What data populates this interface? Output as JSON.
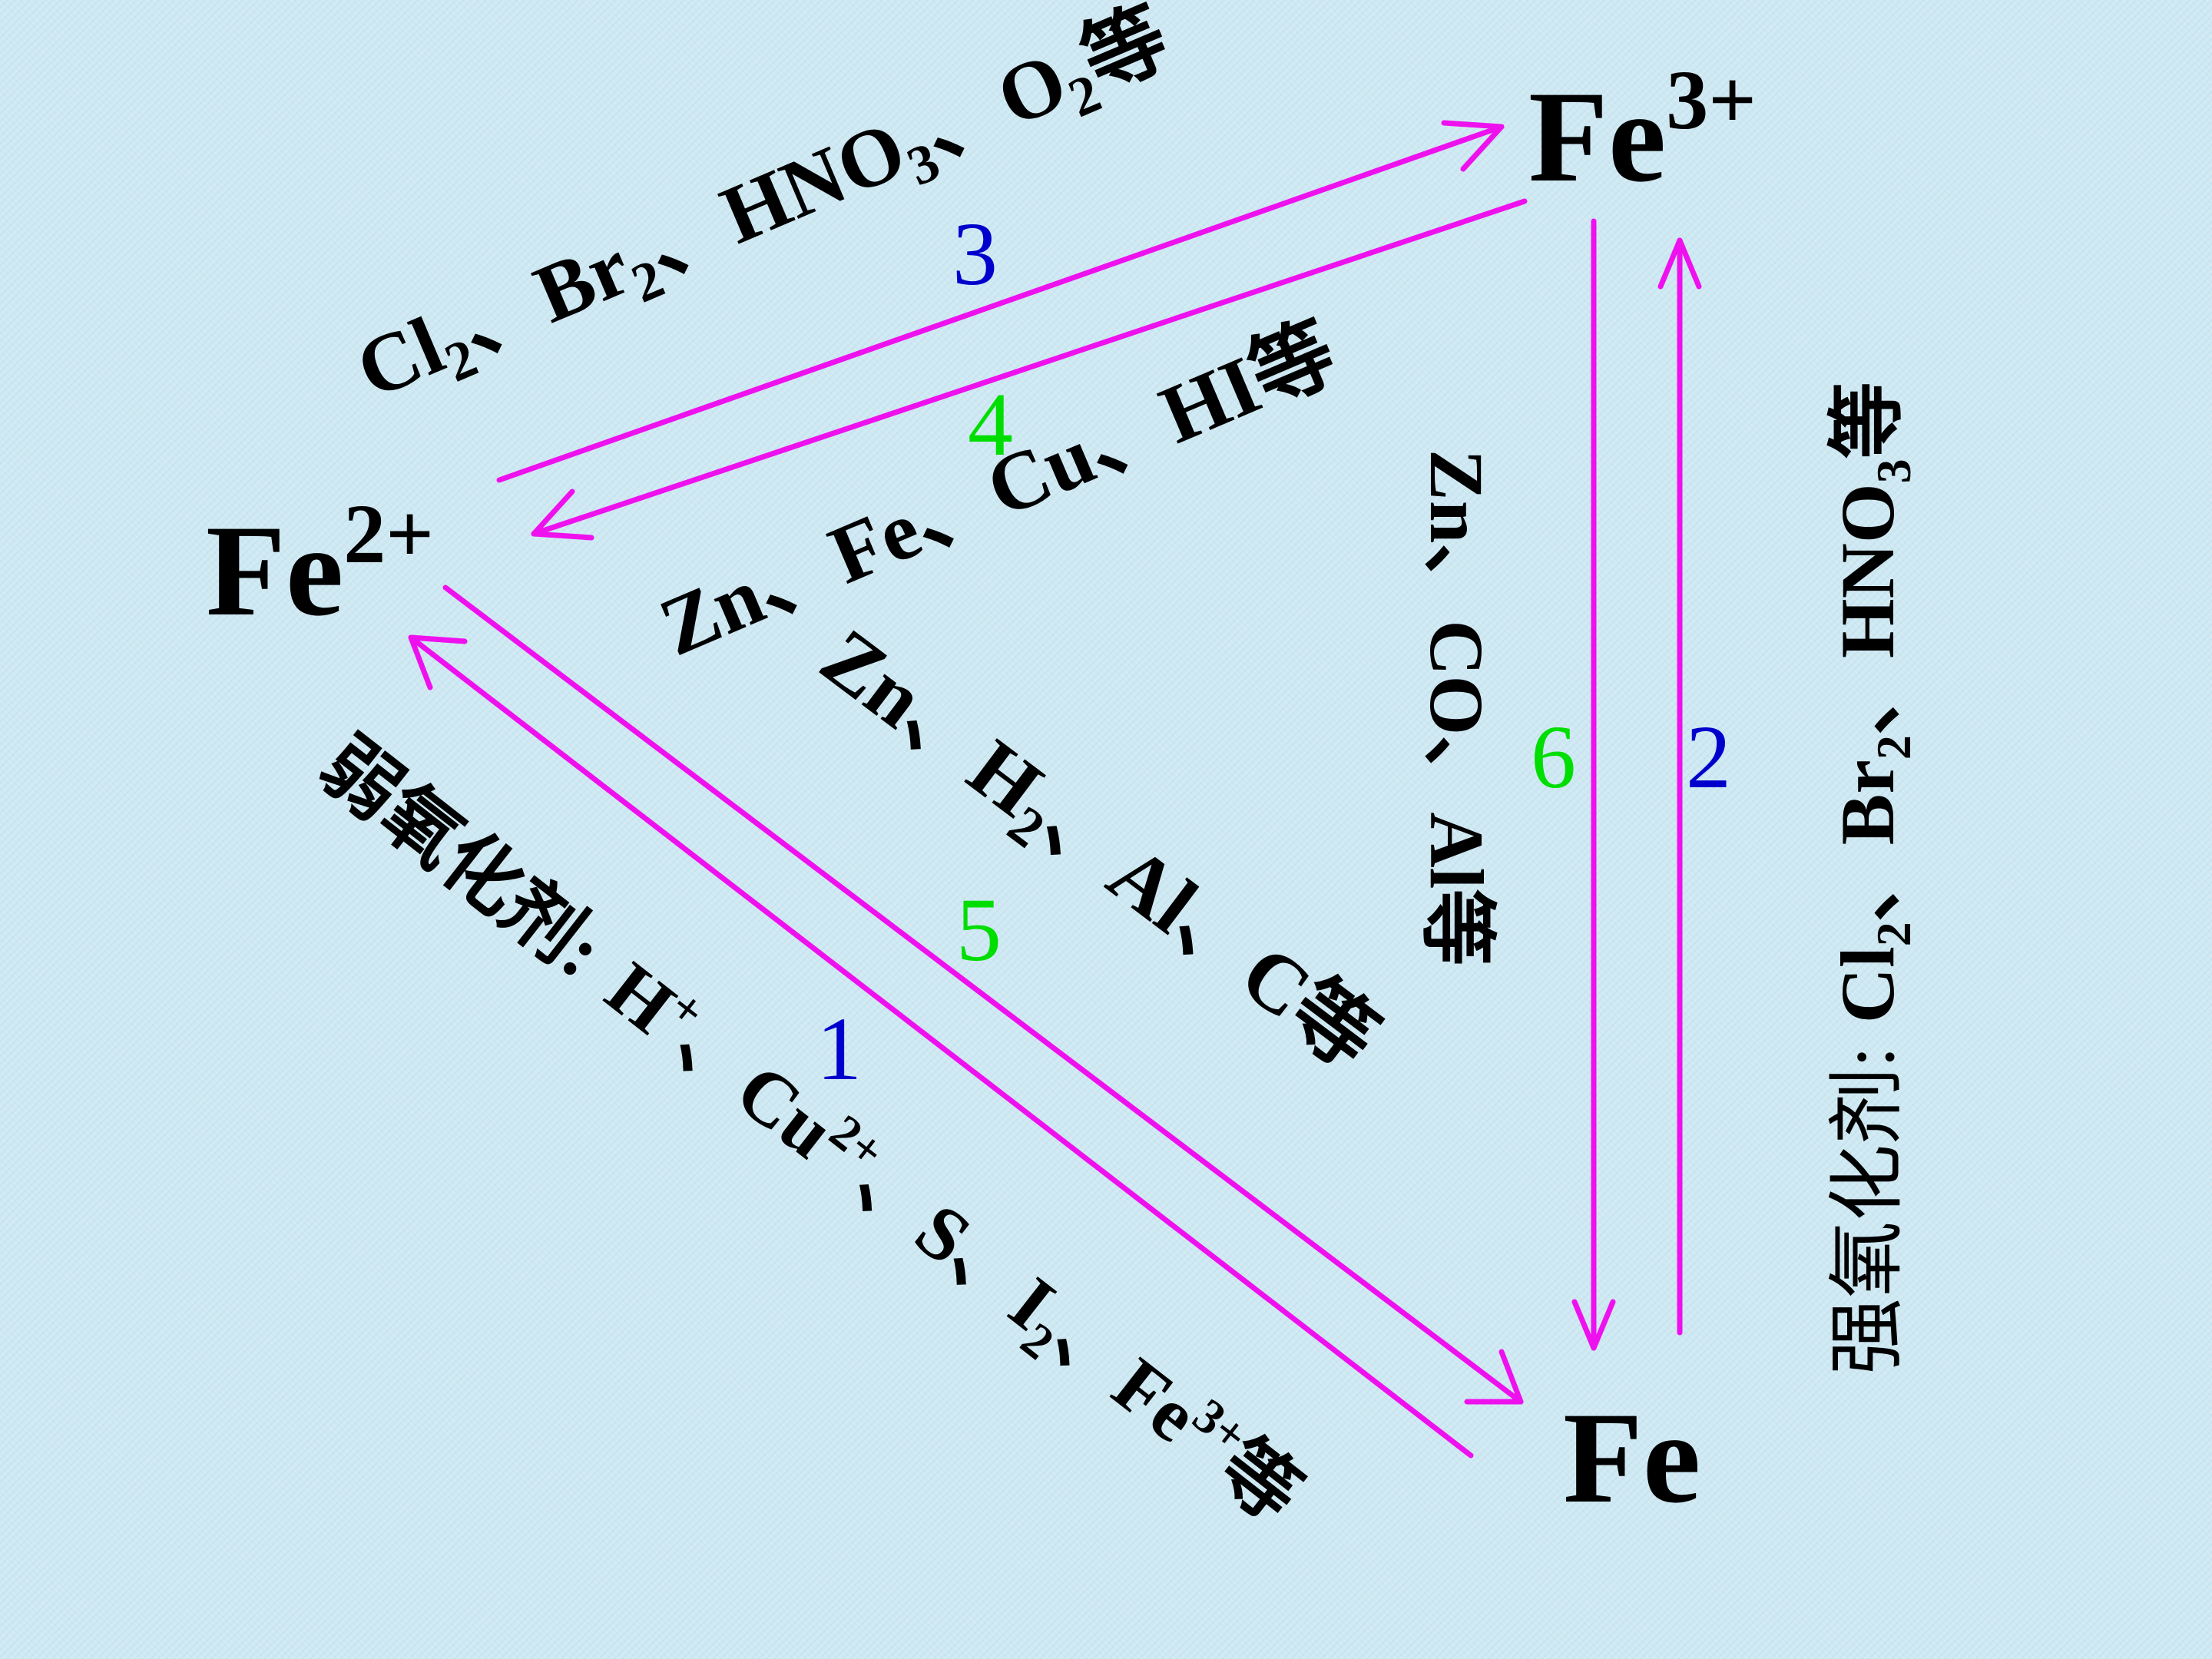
{
  "species": {
    "fe3": {
      "base": "Fe",
      "charge": "3+"
    },
    "fe2": {
      "base": "Fe",
      "charge": "2+"
    },
    "fe": "Fe"
  },
  "arrows": [
    {
      "id": "1",
      "from": "Fe",
      "to": "Fe2+",
      "color": "#0000cc"
    },
    {
      "id": "2",
      "from": "Fe",
      "to": "Fe3+",
      "color": "#0000cc"
    },
    {
      "id": "3",
      "from": "Fe2+",
      "to": "Fe3+",
      "color": "#0000cc"
    },
    {
      "id": "4",
      "from": "Fe3+",
      "to": "Fe2+",
      "color": "#00dd00"
    },
    {
      "id": "5",
      "from": "Fe2+",
      "to": "Fe",
      "color": "#00dd00"
    },
    {
      "id": "6",
      "from": "Fe3+",
      "to": "Fe",
      "color": "#00dd00"
    }
  ],
  "colors": {
    "arrow": "#ee11ee",
    "blue_number": "#0000cc",
    "green_number": "#00dd00",
    "text": "#000000"
  },
  "labels": {
    "arrow3": {
      "p1": "Cl",
      "s1": "2",
      "p2": "、Br",
      "s2": "2",
      "p3": "、HNO",
      "s3": "3",
      "p4": "、O",
      "s4": "2",
      "p5": "等"
    },
    "arrow4": "Zn、Fe、Cu、HI等",
    "arrow5": {
      "p1": "Zn、H",
      "s1": "2",
      "p2": "、Al、C等"
    },
    "arrow6": "Zn、CO、Al等",
    "arrow1": {
      "p1": "弱氧化剂:",
      "p2": "H",
      "sup1": "+",
      "p3": "、Cu",
      "sup2": "2+",
      "p4": "、S、I",
      "s1": "2",
      "p5": "、Fe",
      "sup3": "3+",
      "p6": "等"
    },
    "arrow2": {
      "p1": "强氧化剂:",
      "p2": "Cl",
      "s1": "2",
      "p3": "、Br",
      "s2": "2",
      "p4": "、HNO",
      "s3": "3",
      "p5": "等"
    }
  }
}
